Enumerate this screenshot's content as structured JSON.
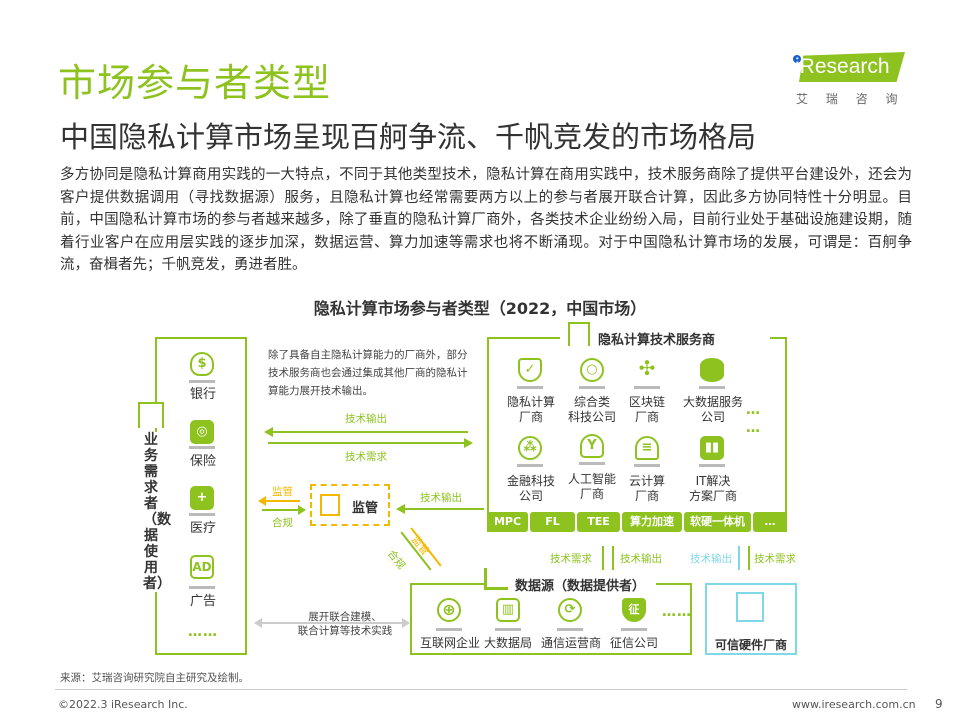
{
  "header": {
    "title": "市场参与者类型",
    "subtitle": "中国隐私计算市场呈现百舸争流、千帆竞发的市场格局",
    "logo_text": "iResearch",
    "logo_cn": "艾 瑞 咨 询"
  },
  "body": "多方协同是隐私计算商用实践的一大特点，不同于其他类型技术，隐私计算在商用实践中，技术服务商除了提供平台建设外，还会为客户提供数据调用（寻找数据源）服务，且隐私计算也经常需要两方以上的参与者展开联合计算，因此多方协同特性十分明显。目前，中国隐私计算市场的参与者越来越多，除了垂直的隐私计算厂商外，各类技术企业纷纷入局，目前行业处于基础设施建设期，随着行业客户在应用层实践的逐步加深，数据运营、算力加速等需求也将不断涌现。对于中国隐私计算市场的发展，可谓是：百舸争流，奋楫者先；千帆竞发，勇进者胜。",
  "diagram": {
    "title": "隐私计算市场参与者类型（2022，中国市场）",
    "demand": {
      "title": "业务需求者（数据使用者）",
      "items": [
        "银行",
        "保险",
        "医疗",
        "广告"
      ],
      "more": "……"
    },
    "note": "除了具备自主隐私计算能力的厂商外，部分技术服务商也会通过集成其他厂商的隐私计算能力展开技术输出。",
    "arrow_output": "技术输出",
    "arrow_demand": "技术需求",
    "regulator": {
      "title": "监管",
      "supervise": "监管",
      "comply": "合规"
    },
    "provider": {
      "title": "隐私计算技术服务商",
      "items": [
        [
          "隐私计算",
          "厂商"
        ],
        [
          "综合类",
          "科技公司"
        ],
        [
          "区块链",
          "厂商"
        ],
        [
          "大数据服务",
          "公司"
        ],
        [
          "金融科技",
          "公司"
        ],
        [
          "人工智能",
          "厂商"
        ],
        [
          "云计算",
          "厂商"
        ],
        [
          "IT解决",
          "方案厂商"
        ]
      ],
      "more": "…",
      "techs": [
        "MPC",
        "FL",
        "TEE",
        "算力加速",
        "软硬一体机",
        "…"
      ]
    },
    "data_source": {
      "title": "数据源（数据提供者）",
      "items": [
        "互联网企业",
        "大数据局",
        "通信运营商",
        "征信公司"
      ],
      "more": "……"
    },
    "hardware": {
      "title": "可信硬件厂商"
    },
    "joint": [
      "展开联合建模、",
      "联合计算等技术实践"
    ]
  },
  "footer": {
    "source": "来源：艾瑞咨询研究院自主研究及绘制。",
    "copyright": "©2022.3 iResearch Inc.",
    "url": "www.iresearch.com.cn",
    "page": "9"
  },
  "colors": {
    "green": "#8dc21f",
    "orange": "#f5b800",
    "cyan": "#7fd8e8"
  }
}
